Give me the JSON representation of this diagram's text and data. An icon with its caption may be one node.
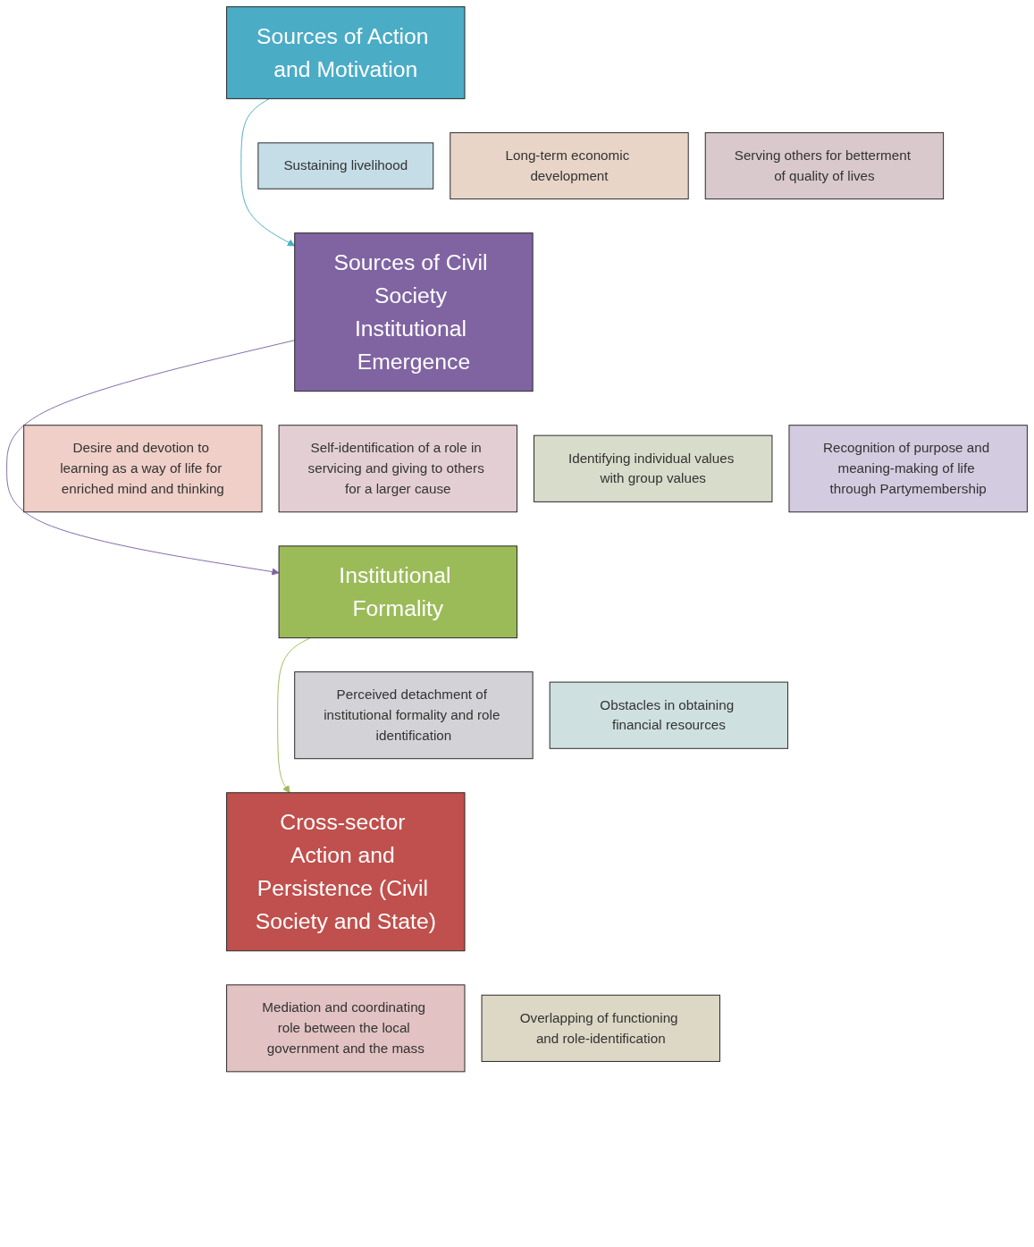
{
  "diagram": {
    "nodes": [
      {
        "text": [
          "Sources of Action and Motivation"
        ]
      },
      {
        "text": [
          "Sustaining livelihood"
        ]
      },
      {
        "text": [
          "Long-term economic development"
        ]
      },
      {
        "text": [
          "Serving others for betterment of quality of lives"
        ]
      },
      {
        "text": [
          "Sources of Civil Society Institutional Emergence"
        ]
      },
      {
        "text": [
          "Desire and devotion to learning as a way of life for enriched mind and thinking"
        ]
      },
      {
        "text": [
          "Self-identification of a role in servicing and giving to others for a larger cause"
        ]
      },
      {
        "text": [
          "Identifying individual values with group values"
        ]
      },
      {
        "text": [
          "Recognition of purpose and meaning-making of life through Partymembership"
        ]
      },
      {
        "text": [
          "Institutional Formality"
        ]
      },
      {
        "text": [
          "Perceived detachment of institutional formality and role identification"
        ]
      },
      {
        "text": [
          "Obstacles in obtaining financial resources"
        ]
      },
      {
        "text": [
          "Cross-sector Action and Persistence (Civil Society and State)"
        ]
      },
      {
        "text": [
          "Mediation and coordinating role between the local government and the mass"
        ]
      },
      {
        "text": [
          "Overlapping of functioning and role-identification"
        ]
      }
    ],
    "edges": [
      {
        "from": 0,
        "to": 4,
        "arrow": "to",
        "color": "#4bacc6"
      },
      {
        "from": 4,
        "to": 9,
        "arrow": "to",
        "color": "#8064a2"
      },
      {
        "from": 9,
        "to": 12,
        "arrow": "to",
        "color": "#9bbb59"
      }
    ]
  }
}
